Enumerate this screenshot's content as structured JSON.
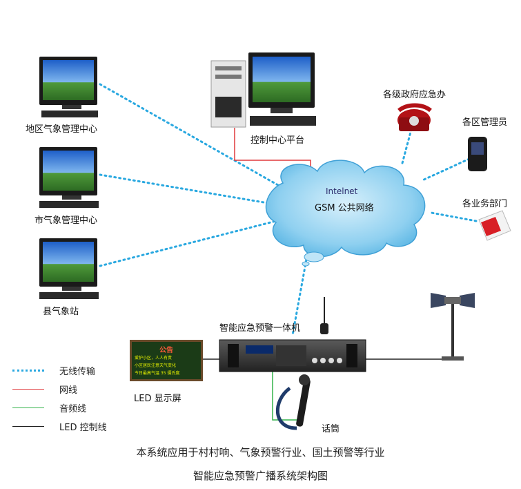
{
  "nodes": {
    "regional_center": "地区气象管理中心",
    "city_center": "市气象管理中心",
    "county_station": "县气象站",
    "control_platform": "控制中心平台",
    "gov_office": "各级政府应急办",
    "district_admin": "各区管理员",
    "departments": "各业务部门",
    "network_line1": "Intelnet",
    "network_line2": "GSM 公共网络",
    "terminal": "智能应急预警一体机",
    "led_display": "LED 显示屏",
    "microphone": "话筒"
  },
  "led_panel": {
    "title": "公告",
    "line1": "爱护小区，人人有责",
    "line2": "小区居民注意天气变化",
    "line3": "今日最高气温 35 摄氏度"
  },
  "legend": [
    {
      "label": "无线传输",
      "color": "#29a8e0",
      "style": "dotted"
    },
    {
      "label": "网线",
      "color": "#e0393c",
      "style": "solid"
    },
    {
      "label": "音频线",
      "color": "#33b34a",
      "style": "solid"
    },
    {
      "label": "LED 控制线",
      "color": "#222222",
      "style": "solid"
    }
  ],
  "captions": {
    "line1": "本系统应用于村村响、气象预警行业、国土预警等行业",
    "line2": "智能应急预警广播系统架构图"
  }
}
